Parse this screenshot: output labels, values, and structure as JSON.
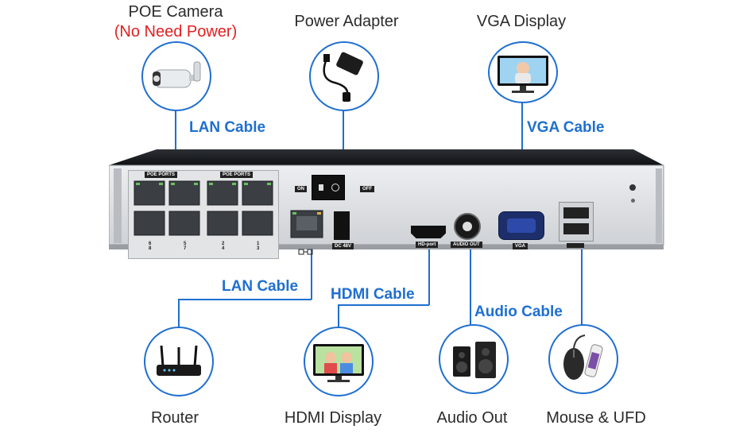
{
  "devices": {
    "poe_camera": {
      "label": "POE Camera",
      "sublabel": "(No Need Power)"
    },
    "power_adapter": {
      "label": "Power Adapter"
    },
    "vga_display": {
      "label": "VGA Display"
    },
    "router": {
      "label": "Router"
    },
    "hdmi_display": {
      "label": "HDMI Display"
    },
    "audio_out": {
      "label": "Audio Out"
    },
    "mouse_ufd": {
      "label": "Mouse & UFD"
    }
  },
  "cables": {
    "lan_top": "LAN Cable",
    "vga": "VGA Cable",
    "lan_bottom": "LAN Cable",
    "hdmi": "HDMI Cable",
    "audio": "Audio Cable"
  },
  "panel": {
    "poe_ports_1": "POE PORTS",
    "poe_ports_2": "POE PORTS",
    "port_num_top": [
      "6",
      "5",
      "2",
      "1"
    ],
    "port_num_bottom": [
      "8",
      "7",
      "4",
      "3"
    ],
    "switch_on": "ON",
    "switch_off": "OFF",
    "dc": "DC 48V",
    "hdmi_port": "HD-port",
    "audio_port": "AUDIO OUT",
    "vga_port": "VGA"
  },
  "colors": {
    "accent": "#1f6fd0",
    "highlight": "#e02020",
    "chassis": "#d7d9dc"
  }
}
